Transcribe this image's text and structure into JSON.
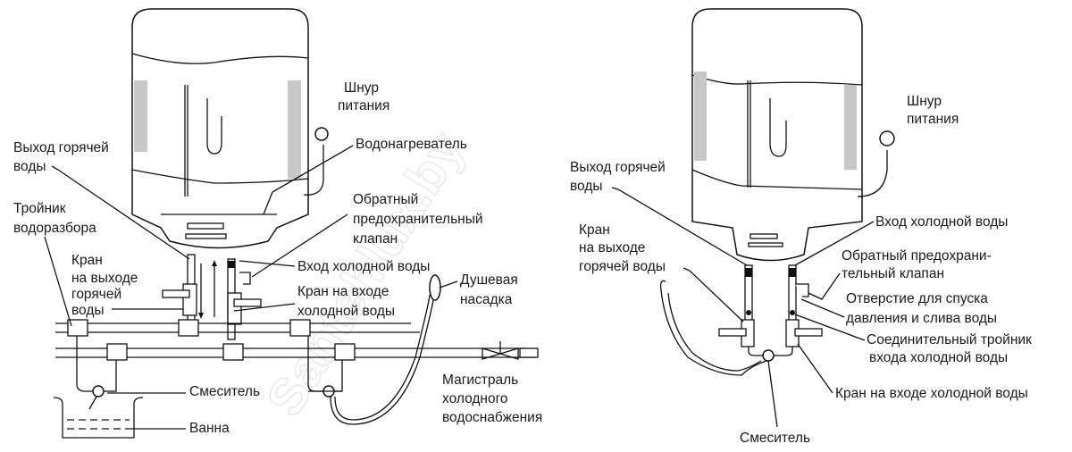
{
  "watermark": "Santehlux.by",
  "left_diagram": {
    "power_cord": [
      "Шнур",
      "питания"
    ],
    "heater": "Водонагреватель",
    "hot_outlet": [
      "Выход горячей",
      "воды"
    ],
    "tee": [
      "Тройник",
      "водоразбора"
    ],
    "check_valve": [
      "Обратный",
      "предохранительный",
      "клапан"
    ],
    "cold_inlet": "Вход холодной воды",
    "hot_tap": [
      "Кран",
      "на выходе",
      "горячей",
      "воды"
    ],
    "cold_tap": [
      "Кран на входе",
      "холодной воды"
    ],
    "shower": [
      "Душевая",
      "насадка"
    ],
    "mixer": "Смеситель",
    "bath": "Ванна",
    "main": [
      "Магистраль",
      "холодного",
      "водоснабжения"
    ]
  },
  "right_diagram": {
    "power_cord": [
      "Шнур",
      "питания"
    ],
    "hot_outlet": [
      "Выход горячей",
      "воды"
    ],
    "hot_tap": [
      "Кран",
      "на выходе",
      "горячей воды"
    ],
    "cold_inlet": "Вход холодной воды",
    "check_valve": [
      "Обратный предохрани-",
      "тельный клапан"
    ],
    "drain": [
      "Отверстие для спуска",
      "давления и слива воды"
    ],
    "tee": [
      "Соединительный тройник",
      "входа холодной воды"
    ],
    "cold_tap": "Кран на входе холодной воды",
    "mixer": "Смеситель"
  }
}
